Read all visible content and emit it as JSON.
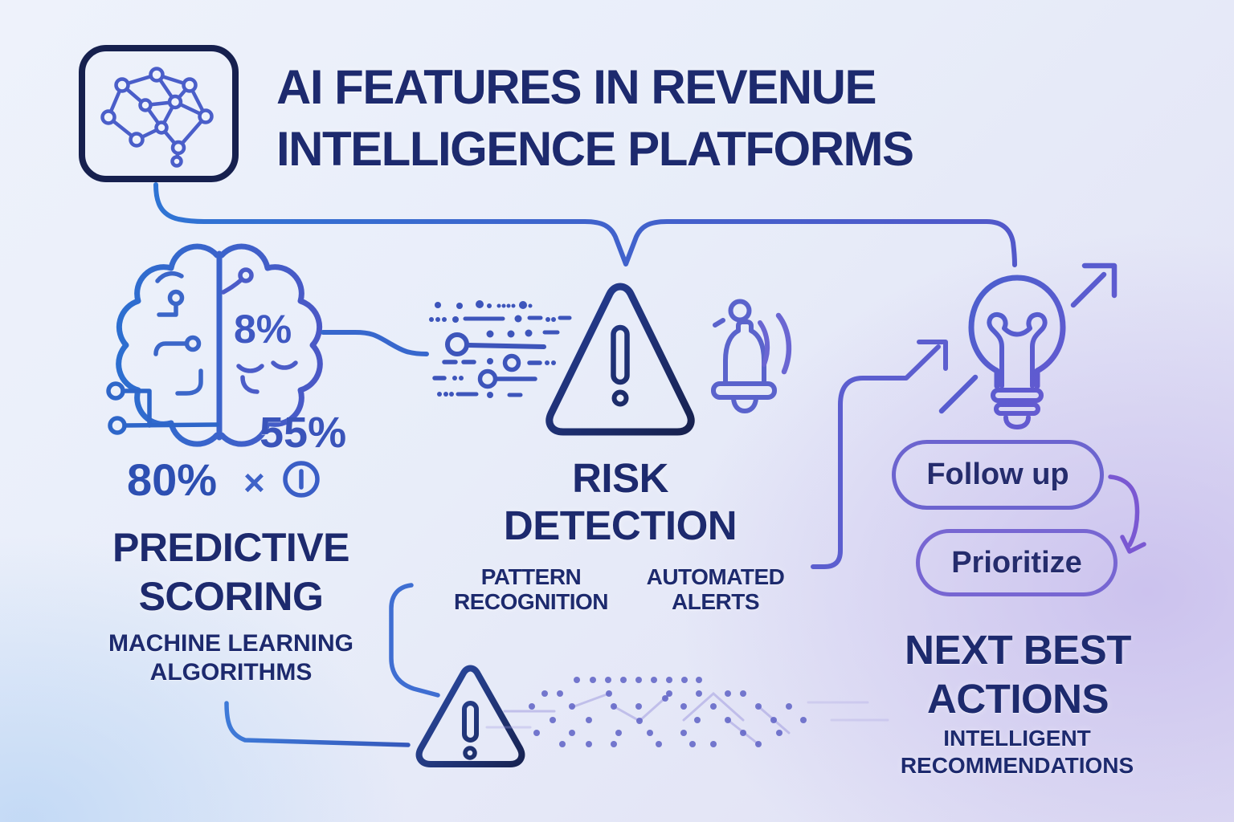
{
  "header": {
    "title_line1": "AI FEATURES IN REVENUE",
    "title_line2": "INTELLIGENCE PLATFORMS",
    "logo_icon": "neural-network-brain-icon"
  },
  "predictive_scoring": {
    "title_line1": "PREDICTIVE",
    "title_line2": "SCORING",
    "subtitle_line1": "MACHINE LEARNING",
    "subtitle_line2": "ALGORITHMS",
    "stat_brain": "8%",
    "stat_mid": "55%",
    "stat_low": "80%",
    "operator": "×",
    "icons": [
      "circuit-brain-icon",
      "circled-bar-icon"
    ]
  },
  "risk_detection": {
    "title_line1": "RISK",
    "title_line2": "DETECTION",
    "label1_line1": "PATTERN",
    "label1_line2": "RECOGNITION",
    "label2_line1": "AUTOMATED",
    "label2_line2": "ALERTS",
    "icons": [
      "data-sliders-icon",
      "warning-triangle-icon",
      "alert-bell-icon",
      "small-warning-triangle-icon",
      "network-scatter-pattern"
    ]
  },
  "next_best_actions": {
    "title_line1": "NEXT BEST",
    "title_line2": "ACTIONS",
    "subtitle_line1": "INTELLIGENT",
    "subtitle_line2": "RECOMMENDATIONS",
    "chips": [
      {
        "label": "Follow up"
      },
      {
        "label": "Prioritize"
      }
    ],
    "icons": [
      "lightbulb-icon",
      "growth-arrow-icon",
      "cycle-arrow-icon"
    ]
  },
  "colors": {
    "title_navy": "#1d2a6e",
    "line_blue": "#2f74d4",
    "line_indigo": "#4a5ac8",
    "line_purple": "#7a58d2",
    "chip_border": "#6c64cf",
    "bg_top": "#eef2fb",
    "bg_bottom_left": "#d8e6f6",
    "bg_bottom_right": "#dcd7f0"
  }
}
